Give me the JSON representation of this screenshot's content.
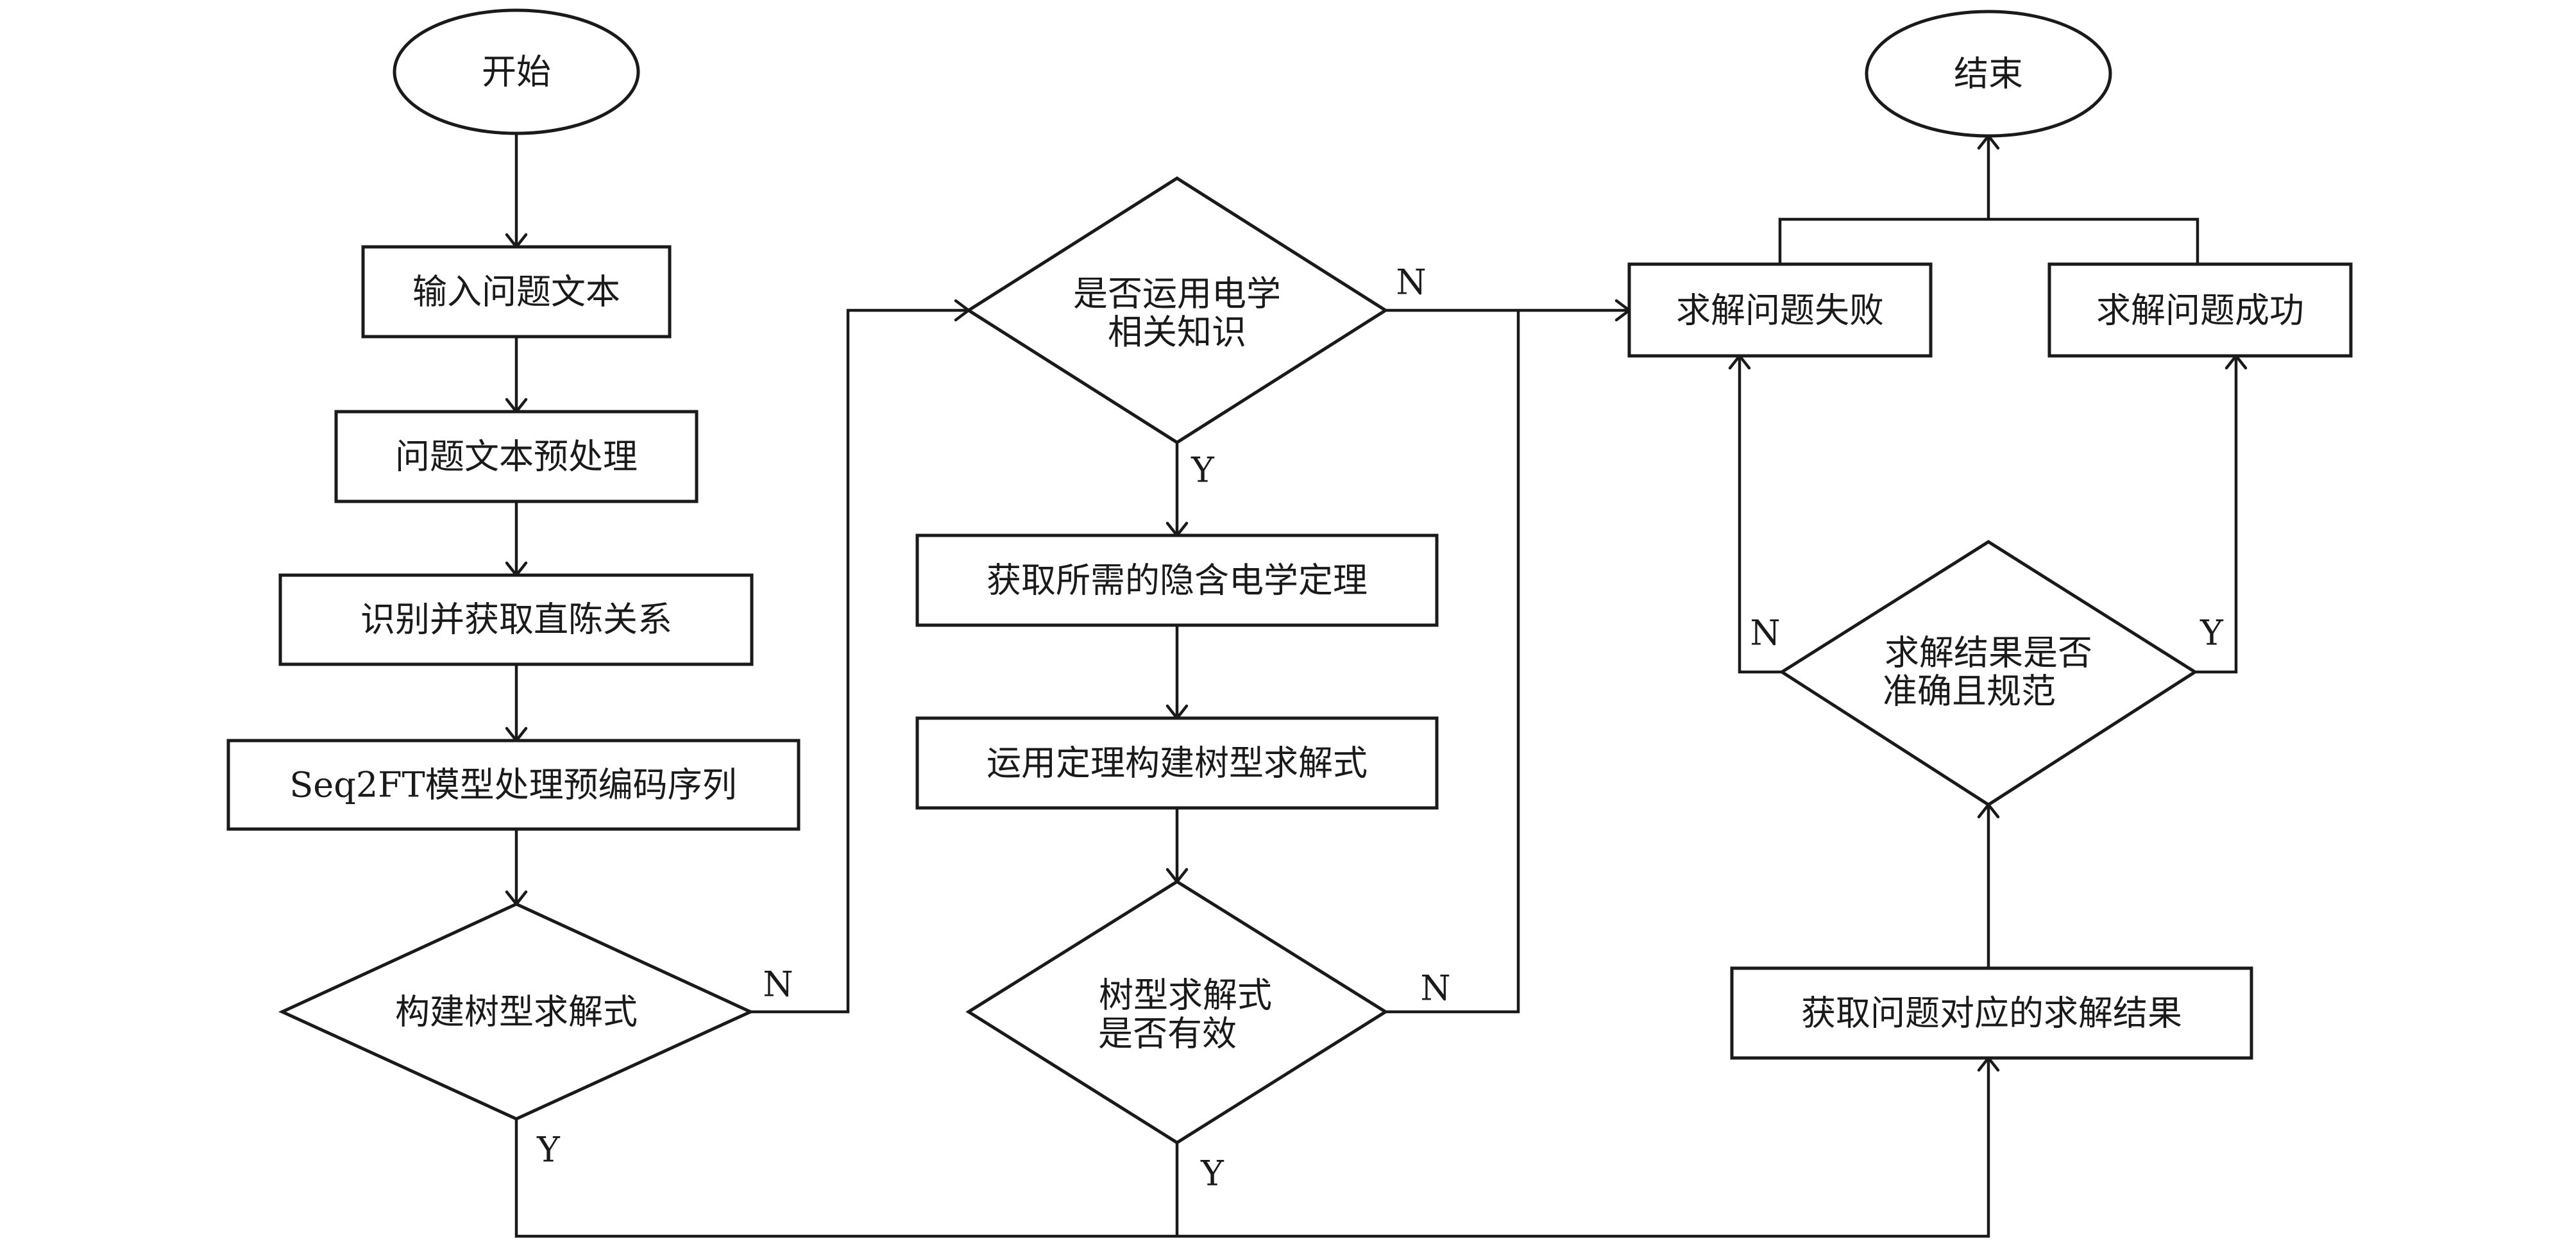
{
  "nodes": {
    "start": "开始",
    "end": "结束",
    "input_text": "输入问题文本",
    "preprocess": "问题文本预处理",
    "identify": "识别并获取直陈关系",
    "seq2ft": "Seq2FT模型处理预编码序列",
    "build_tree_l1": "构建树型求解式",
    "use_elec_l1": "是否运用电学",
    "use_elec_l2": "相关知识",
    "get_theorem": "获取所需的隐含电学定理",
    "apply_theorem": "运用定理构建树型求解式",
    "valid_l1": "树型求解式",
    "valid_l2": "是否有效",
    "fail": "求解问题失败",
    "success": "求解问题成功",
    "check_l1": "求解结果是否",
    "check_l2": "准确且规范",
    "get_result": "获取问题对应的求解结果"
  },
  "edge_labels": {
    "build_no": "N",
    "build_yes": "Y",
    "elec_no": "N",
    "elec_yes": "Y",
    "valid_no": "N",
    "valid_yes": "Y",
    "check_no": "N",
    "check_yes": "Y"
  }
}
